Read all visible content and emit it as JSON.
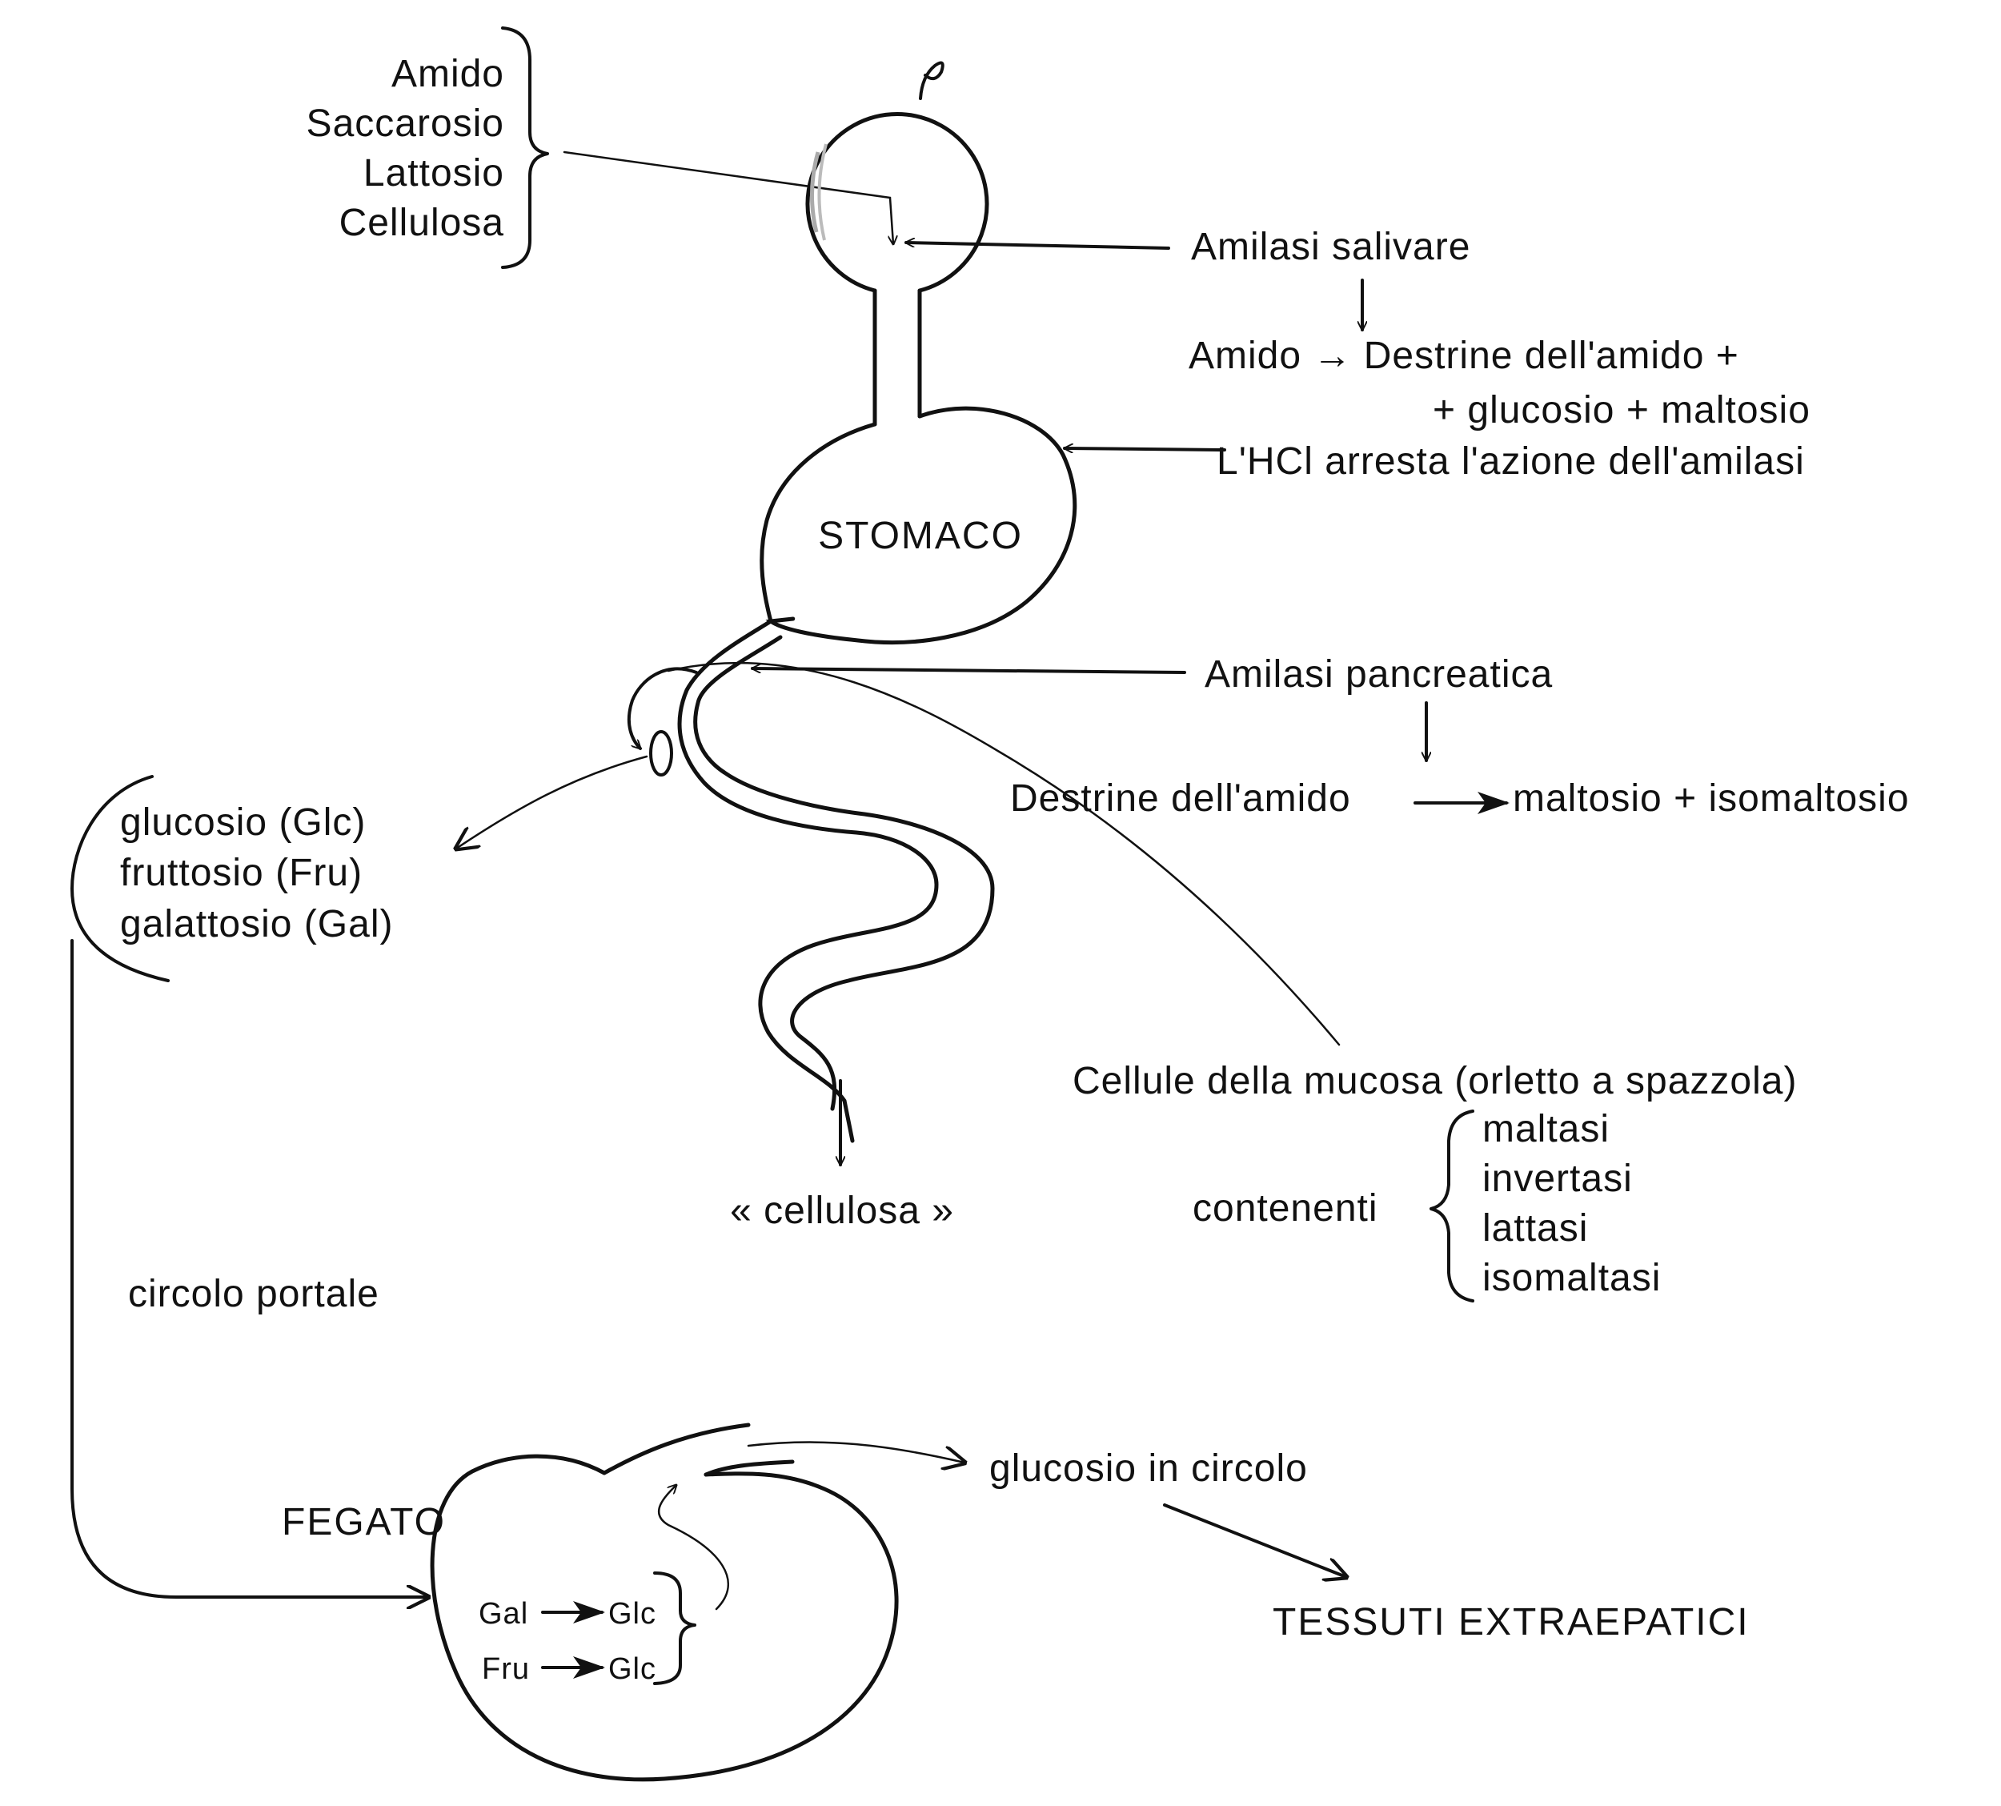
{
  "carbohydrates": [
    "Amido",
    "Saccarosio",
    "Lattosio",
    "Cellulosa"
  ],
  "salivary": {
    "enzyme": "Amilasi salivare",
    "reaction_line1": "Amido  →  Destrine dell'amido  +",
    "reaction_line2": "+  glucosio  +  maltosio"
  },
  "stomach": {
    "label": "STOMACO",
    "hcl_note": "L'HCl arresta l'azione dell'amilasi"
  },
  "pancreatic": {
    "enzyme": "Amilasi pancreatica",
    "reactant": "Destrine dell'amido",
    "products": "maltosio + isomaltosio"
  },
  "absorbed": [
    "glucosio (Glc)",
    "fruttosio (Fru)",
    "galattosio (Gal)"
  ],
  "mucosa": {
    "title": "Cellule della mucosa (orletto a spazzola)",
    "containing": "contenenti",
    "enzymes": [
      "maltasi",
      "invertasi",
      "lattasi",
      "isomaltasi"
    ]
  },
  "cellulose_exit": "« cellulosa »",
  "portal": "circolo portale",
  "liver": {
    "label": "FEGATO",
    "conversion1_from": "Gal",
    "conversion1_to": "Glc",
    "conversion2_from": "Fru",
    "conversion2_to": "Glc"
  },
  "circulation": "glucosio  in  circolo",
  "tissues": "TESSUTI  EXTRAEPATICI"
}
